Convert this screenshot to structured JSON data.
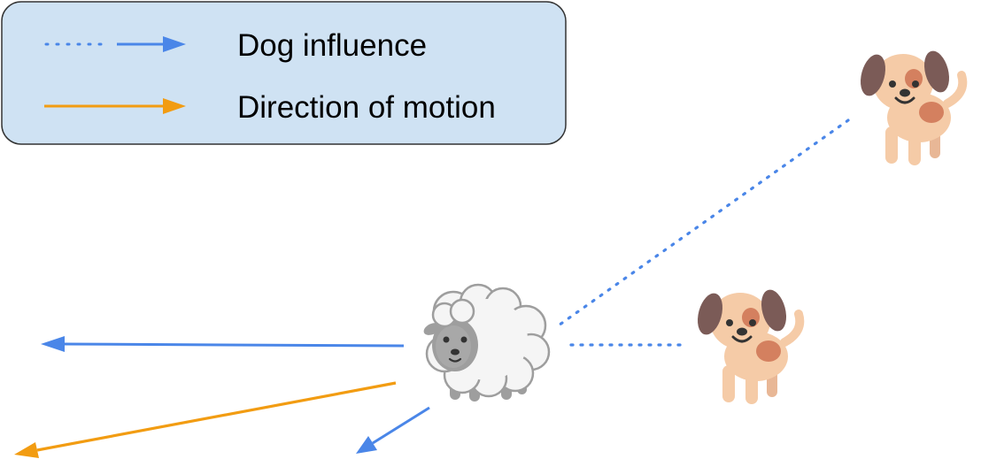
{
  "legend": {
    "items": [
      {
        "label": "Dog influence",
        "line_style": "dotted-to-solid",
        "color": "#4a86e8"
      },
      {
        "label": "Direction of motion",
        "line_style": "solid",
        "color": "#f29c12"
      }
    ],
    "background": "#cfe2f3",
    "border": "#333333"
  },
  "colors": {
    "influence": "#4a86e8",
    "motion": "#f29c12"
  },
  "figures": {
    "sheep": {
      "icon": "sheep-icon"
    },
    "dogs": [
      {
        "icon": "dog-icon"
      },
      {
        "icon": "dog-icon"
      }
    ]
  }
}
